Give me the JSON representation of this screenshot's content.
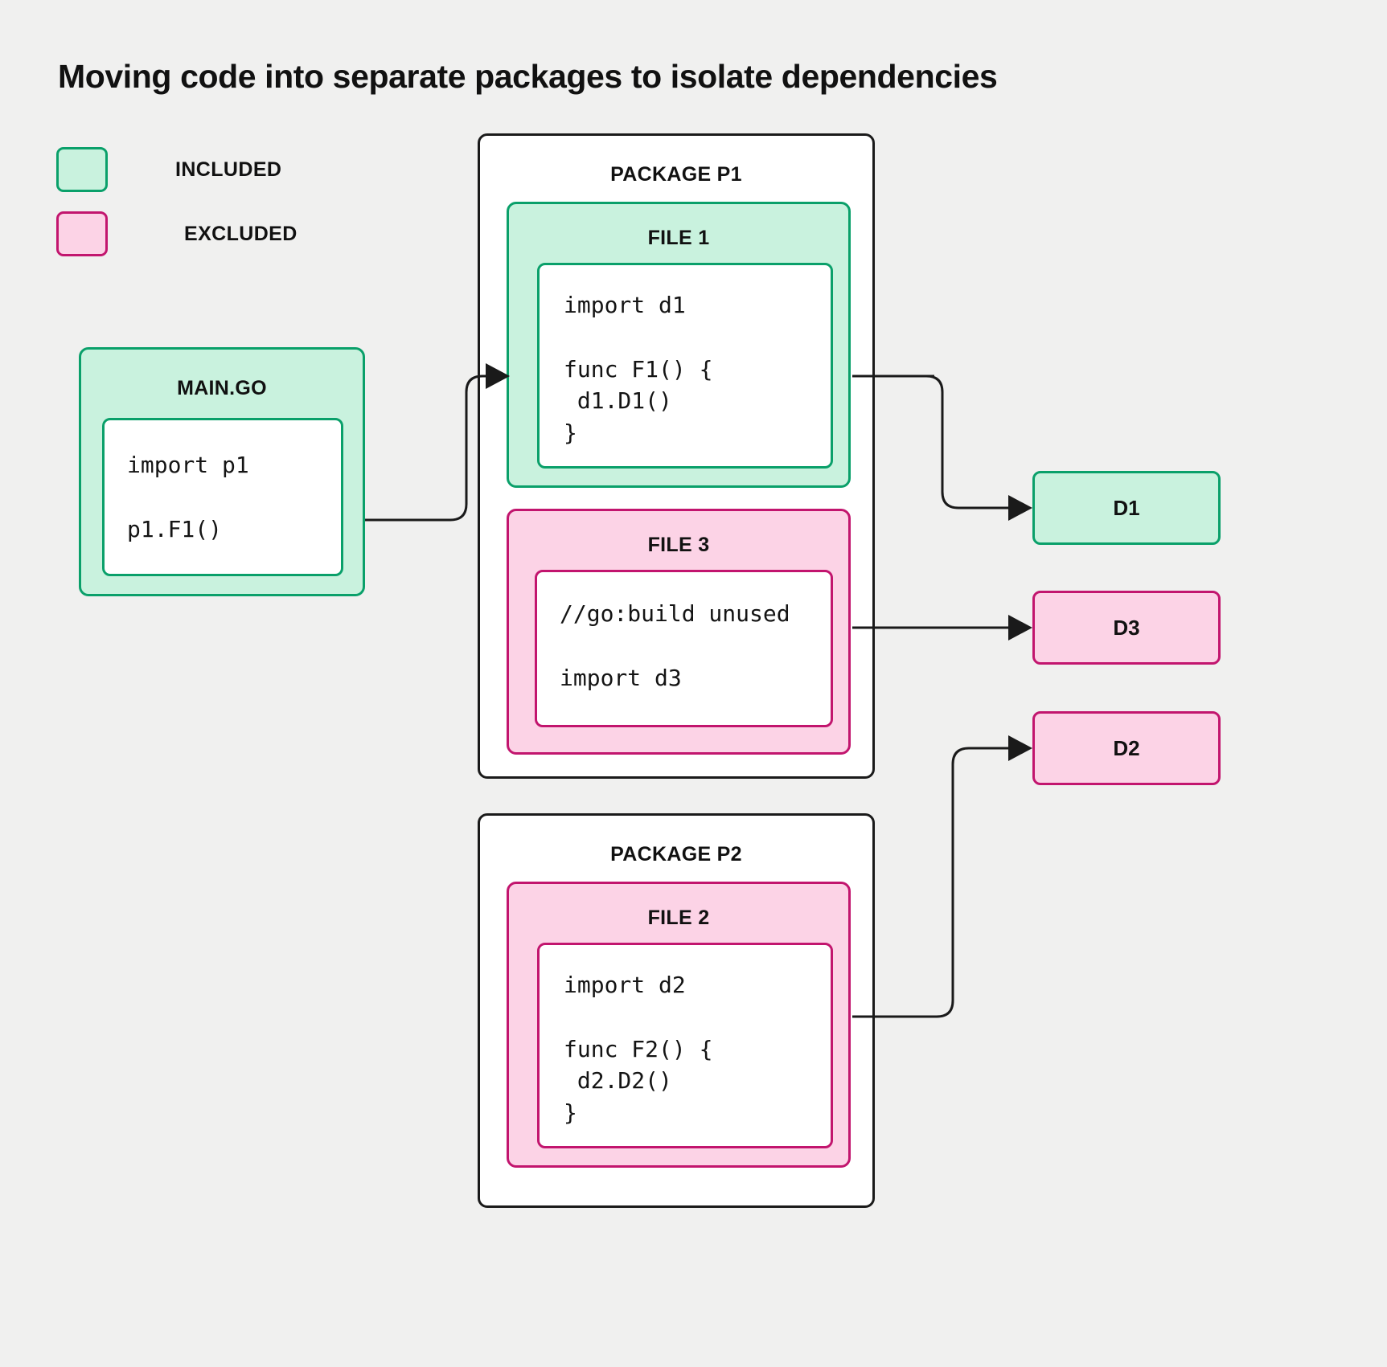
{
  "title": "Moving code into separate packages to isolate dependencies",
  "colors": {
    "background": "#f0f0ef",
    "included_fill": "#c9f2de",
    "included_stroke": "#0aa06a",
    "excluded_fill": "#fcd3e6",
    "excluded_stroke": "#c2156e",
    "outline": "#1a1a1a",
    "text": "#111111"
  },
  "legend": {
    "items": [
      {
        "label": "INCLUDED",
        "state": "included"
      },
      {
        "label": "EXCLUDED",
        "state": "excluded"
      }
    ]
  },
  "main_go": {
    "title": "MAIN.GO",
    "state": "included",
    "code": "import p1\n\np1.F1()"
  },
  "packages": [
    {
      "title": "PACKAGE P1",
      "files": [
        {
          "title": "FILE 1",
          "state": "included",
          "code": "import d1\n\nfunc F1() {\n d1.D1()\n}"
        },
        {
          "title": "FILE 3",
          "state": "excluded",
          "code": "//go:build unused\n\nimport d3"
        }
      ]
    },
    {
      "title": "PACKAGE P2",
      "files": [
        {
          "title": "FILE 2",
          "state": "excluded",
          "code": "import d2\n\nfunc F2() {\n d2.D2()\n}"
        }
      ]
    }
  ],
  "dependencies": [
    {
      "label": "D1",
      "state": "included"
    },
    {
      "label": "D3",
      "state": "excluded"
    },
    {
      "label": "D2",
      "state": "excluded"
    }
  ],
  "edges": [
    {
      "from": "MAIN.GO",
      "to": "FILE 1"
    },
    {
      "from": "FILE 1",
      "to": "D1"
    },
    {
      "from": "FILE 3",
      "to": "D3"
    },
    {
      "from": "FILE 2",
      "to": "D2"
    }
  ]
}
